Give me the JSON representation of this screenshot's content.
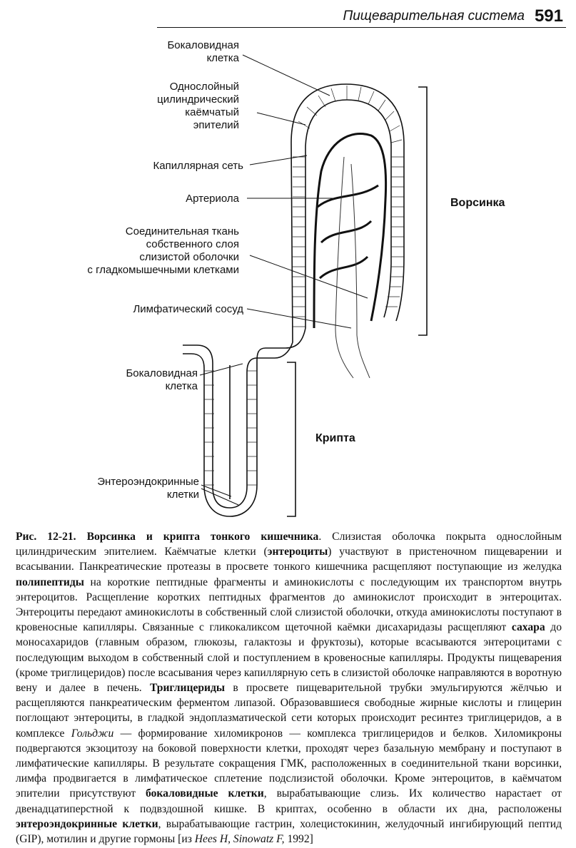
{
  "header": {
    "section_title": "Пищеварительная система",
    "page_number": "591"
  },
  "figure": {
    "labels": {
      "goblet_top": [
        "Бокаловидная",
        "клетка"
      ],
      "epithelium": [
        "Однослойный",
        "цилиндрический",
        "каёмчатый",
        "эпителий"
      ],
      "capillary": "Капиллярная сеть",
      "arteriole": "Артериола",
      "connective": [
        "Соединительная ткань",
        "собственного слоя",
        "слизистой оболочки",
        "с гладкомышечными клетками"
      ],
      "lymphatic": "Лимфатический сосуд",
      "goblet_crypt": [
        "Бокаловидная",
        "клетка"
      ],
      "enteroendocrine": [
        "Энтероэндокринные",
        "клетки"
      ]
    },
    "regions": {
      "villus": "Ворсинка",
      "crypt": "Крипта"
    }
  },
  "caption": {
    "figure_number": "Рис. 12-21.",
    "figure_title": "Ворсинка и крипта тонкого кишечника",
    "s1": ". Слизистая оболочка покрыта однослойным цилиндрическим эпителием. Каёмчатые клетки (",
    "t_enterocytes": "энтероциты",
    "s2": ") участвуют в пристеночном пищеварении и всасывании. Панкреатические протеазы в просвете тонкого кишечника расщепляют поступающие из желудка ",
    "t_polypeptides": "полипептиды",
    "s3": " на короткие пептидные фрагменты и аминокислоты с последующим их транспортом внутрь энтероцитов. Расщепление коротких пептидных фрагментов до аминокислот происходит в энтероцитах. Энтероциты передают аминокислоты в собственный слой слизистой оболочки, откуда аминокислоты поступают в кровеносные капилляры. Связанные с гликокаликсом щеточной каёмки дисахаридазы расщепляют ",
    "t_sugars": "сахара",
    "s4": " до моносахаридов (главным образом, глюкозы, галактозы и фруктозы), которые всасываются энтероцитами с последующим выходом в собственный слой и поступлением в кровеносные капилляры. Продукты пищеварения (кроме триглицеридов) после всасывания через капиллярную сеть в слизистой оболочке направляются в воротную вену и далее в печень. ",
    "t_triglycerides": "Триглицериды",
    "s5": " в просвете пищеварительной трубки эмульгируются жёлчью и расщепляются панкреатическим ферментом липазой. Образовавшиеся свободные жирные кислоты и глицерин поглощают энтероциты, в гладкой эндоплазматической сети которых происходит ресинтез триглицеридов, а в комплексе ",
    "t_golgi": "Гольджи",
    "s6": " — формирование хиломикронов — комплекса триглицеридов и белков. Хиломикроны подвергаются экзоцитозу на боковой поверхности клетки, проходят через базальную мембрану и поступают в лимфатические капилляры. В результате сокращения ГМК, расположенных в соединительной ткани ворсинки, лимфа продвигается в лимфатическое сплетение подслизистой оболочки. Кроме энтероцитов, в каёмчатом эпителии присутствуют ",
    "t_goblet": "бокаловидные клетки",
    "s7": ", вырабатывающие слизь. Их количество нарастает от двенадцатиперстной к подвздошной кишке. В криптах, особенно в области их дна, расположены ",
    "t_enteroendocrine": "энтероэндокринные клетки",
    "s8": ", вырабатывающие гастрин, холецистокинин, желудочный ингибирующий пептид (GIP), мотилин и другие гормоны [из ",
    "t_refs": "Hees H, Sinowatz F,",
    "s9": " 1992]"
  }
}
